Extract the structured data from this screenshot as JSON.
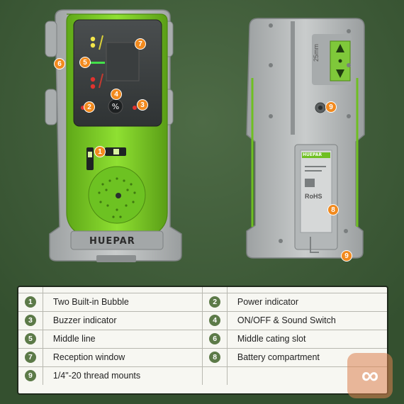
{
  "brand_front": "HUEPAR",
  "brand_label": "HUEPAR",
  "scale_text": "25mm",
  "label_rohs": "RoHS",
  "callouts": [
    "1",
    "2",
    "3",
    "4",
    "5",
    "6",
    "7",
    "8",
    "9"
  ],
  "legend": [
    {
      "a_num": "1",
      "a_label": "Two Built-in Bubble",
      "b_num": "2",
      "b_label": "Power indicator"
    },
    {
      "a_num": "3",
      "a_label": "Buzzer indicator",
      "b_num": "4",
      "b_label": "ON/OFF & Sound Switch"
    },
    {
      "a_num": "5",
      "a_label": "Middle line",
      "b_num": "6",
      "b_label": "Middle cating slot"
    },
    {
      "a_num": "7",
      "a_label": "Reception window",
      "b_num": "8",
      "b_label": "Battery compartment"
    },
    {
      "a_num": "9",
      "a_label": "1/4\"-20 thread mounts",
      "b_num": "",
      "b_label": ""
    }
  ],
  "colors": {
    "accent_green": "#7ed321",
    "body_gray": "#b9bcbc",
    "callout_orange": "#f28a1e",
    "background": "#3f5a3a"
  },
  "icons": [
    "sound-switch-icon",
    "watermark-infinity-icon"
  ]
}
